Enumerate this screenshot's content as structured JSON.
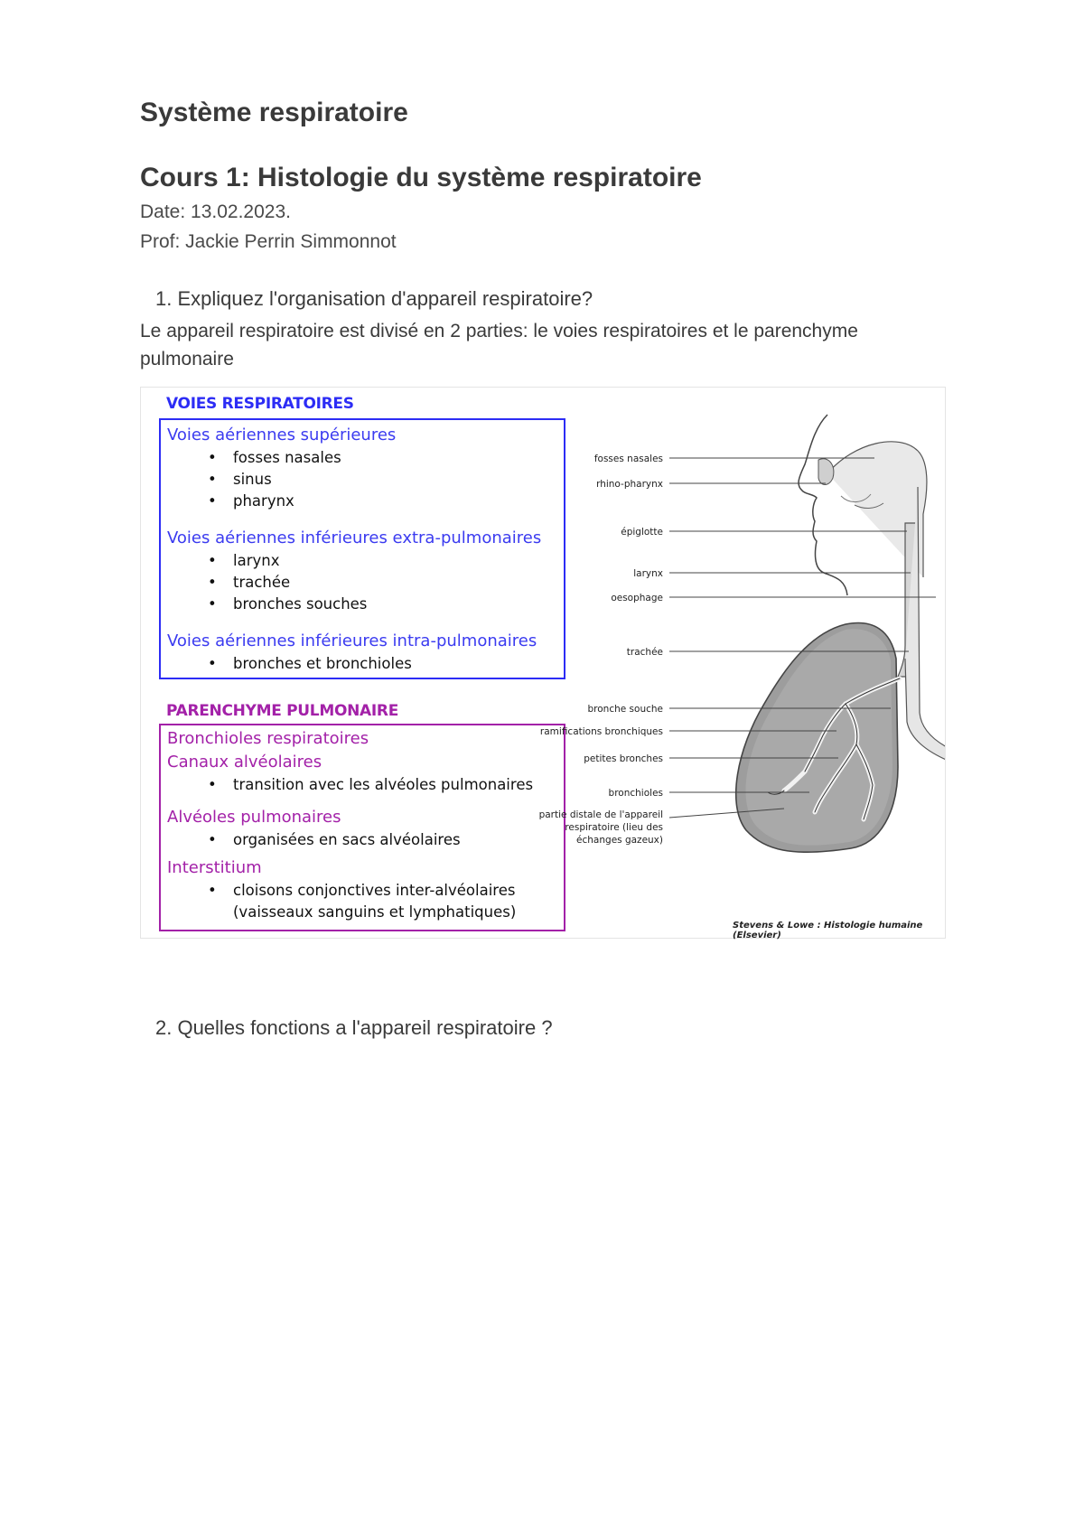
{
  "document": {
    "title": "Système respiratoire",
    "course_title": "Cours 1: Histologie du système respiratoire",
    "date": "Date: 13.02.2023.",
    "prof": "Prof: Jackie Perrin Simmonnot",
    "q1": "1. Expliquez l'organisation d'appareil respiratoire?",
    "a1": "Le appareil respiratoire est divisé en 2 parties: le voies respiratoires et le parenchyme pulmonaire",
    "q2": "2. Quelles fonctions a l'appareil respiratoire ?"
  },
  "figure": {
    "voies_title": "VOIES RESPIRATOIRES",
    "sup_title": "Voies aériennes supérieures",
    "sup_items": [
      "fosses nasales",
      "sinus",
      "pharynx"
    ],
    "extra_title": "Voies aériennes inférieures extra-pulmonaires",
    "extra_items": [
      "larynx",
      "trachée",
      "bronches souches"
    ],
    "intra_title": "Voies aériennes inférieures intra-pulmonaires",
    "intra_items": [
      "bronches et bronchioles"
    ],
    "parenchyme_title": "PARENCHYME PULMONAIRE",
    "bronchioles_resp": "Bronchioles respiratoires",
    "canaux": "Canaux alvéolaires",
    "canaux_items": [
      "transition avec les alvéoles pulmonaires"
    ],
    "alveoles": "Alvéoles pulmonaires",
    "alveoles_items": [
      "organisées en sacs alvéolaires"
    ],
    "interstitium": "Interstitium",
    "interstitium_items": [
      "cloisons conjonctives inter-alvéolaires",
      "(vaisseaux sanguins et lymphatiques)"
    ],
    "diagram_labels": {
      "fosses": "fosses nasales",
      "rhino": "rhino-pharynx",
      "epiglotte": "épiglotte",
      "larynx": "larynx",
      "oesophage": "oesophage",
      "trachee": "trachée",
      "bronche_souche": "bronche souche",
      "ramifications": "ramifications bronchiques",
      "petites": "petites bronches",
      "bronchioles": "bronchioles",
      "partie1": "partie distale de l'appareil",
      "partie2": "respiratoire (lieu des",
      "partie3": "échanges gazeux)"
    },
    "credit": "Stevens & Lowe : Histologie humaine (Elsevier)",
    "colors": {
      "blue": "#2c2cf5",
      "purple": "#a321a8"
    }
  }
}
